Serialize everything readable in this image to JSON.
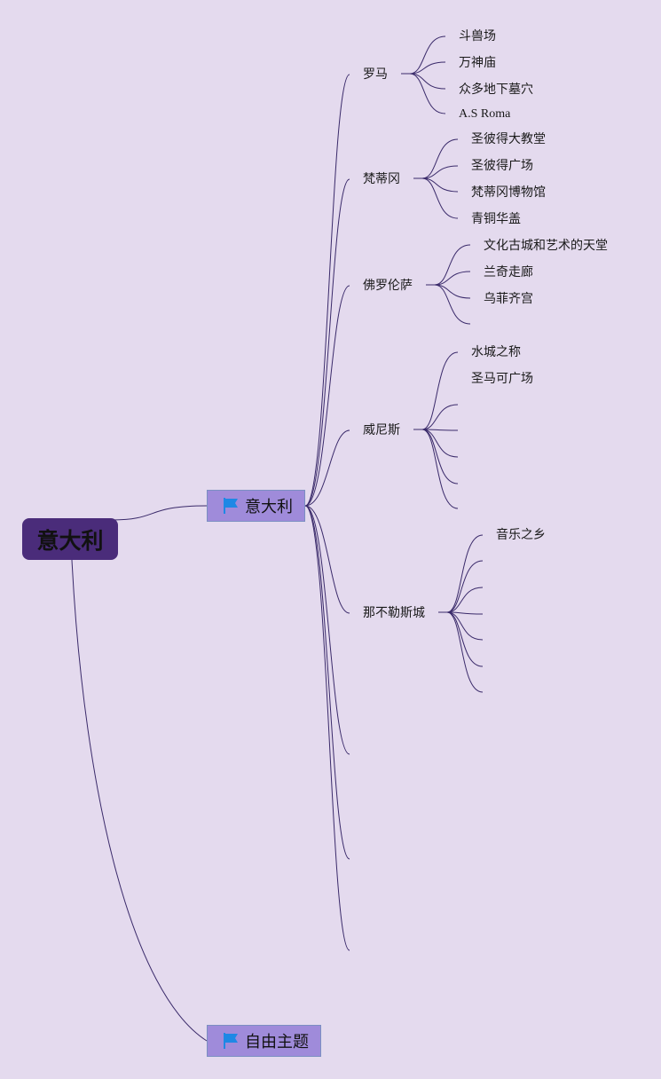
{
  "root": {
    "label": "意大利"
  },
  "main_topics": [
    {
      "label": "意大利",
      "icon": "flag-icon"
    },
    {
      "label": "自由主题",
      "icon": "flag-icon"
    }
  ],
  "branches": [
    {
      "label": "罗马",
      "children": [
        "斗兽场",
        "万神庙",
        "众多地下墓穴",
        "A.S Roma"
      ]
    },
    {
      "label": "梵蒂冈",
      "children": [
        "圣彼得大教堂",
        "圣彼得广场",
        "梵蒂冈博物馆",
        "青铜华盖"
      ]
    },
    {
      "label": "佛罗伦萨",
      "children": [
        "文化古城和艺术的天堂",
        "兰奇走廊",
        "乌菲齐宫"
      ]
    },
    {
      "label": "威尼斯",
      "children": [
        "水城之称",
        "圣马可广场"
      ]
    },
    {
      "label": "那不勒斯城",
      "children": [
        "音乐之乡"
      ]
    }
  ],
  "colors": {
    "background": "#e4daee",
    "root_fill": "#4a2c7a",
    "topic_fill": "#9f8bda",
    "line": "#3a2a6a",
    "flag": "#1e88e5"
  }
}
